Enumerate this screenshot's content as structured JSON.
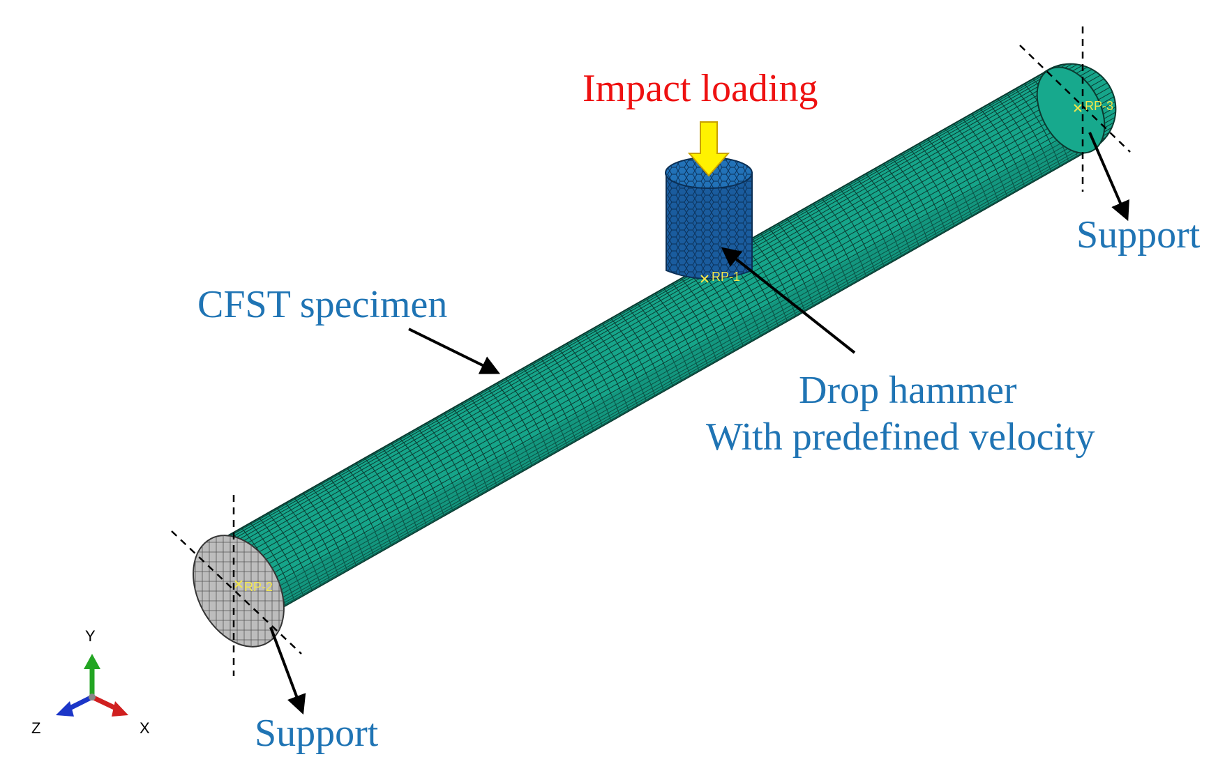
{
  "labels": {
    "impact_loading": "Impact loading",
    "specimen": "CFST specimen",
    "hammer_line1": "Drop hammer",
    "hammer_line2": "With predefined velocity",
    "support_right": "Support",
    "support_left": "Support"
  },
  "reference_points": {
    "rp1": "RP-1",
    "rp2": "RP-2",
    "rp3": "RP-3"
  },
  "triad": {
    "x": "X",
    "y": "Y",
    "z": "Z"
  },
  "colors": {
    "mesh_fill": "#16a58a",
    "mesh_line": "#0b3a30",
    "hammer_fill": "#1a5c9e",
    "end_face": "#bdbdbd",
    "label_blue": "#1f74b4",
    "label_red": "#ee1111",
    "arrow_yellow": "#fff200",
    "rp_text": "#f2e64a",
    "axis_x": "#d02020",
    "axis_y": "#23a523",
    "axis_z": "#1c36c8"
  }
}
